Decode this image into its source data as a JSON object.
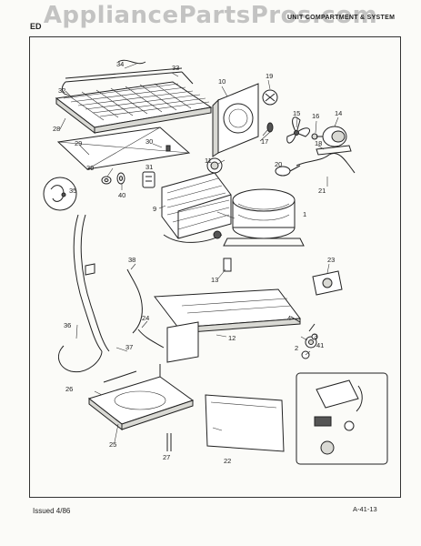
{
  "watermark": "AppliancePartsPros.com",
  "header": {
    "left_code": "ED",
    "right_title": "UNIT COMPARTMENT & SYSTEM"
  },
  "footer": {
    "issued": "Issued 4/86",
    "page_code": "A-41-13"
  },
  "callouts": {
    "c1": "1",
    "c2": "2",
    "c3": "3",
    "c4": "4",
    "c9": "9",
    "c10": "10",
    "c11": "11",
    "c12": "12",
    "c13": "13",
    "c14": "14",
    "c15": "15",
    "c16": "16",
    "c17": "17",
    "c18": "18",
    "c19": "19",
    "c20": "20",
    "c21": "21",
    "c22": "22",
    "c23": "23",
    "c24": "24",
    "c25": "25",
    "c26": "26",
    "c27": "27",
    "c28": "28",
    "c29": "29",
    "c30": "30",
    "c31": "31",
    "c32": "32",
    "c33": "33",
    "c34": "34",
    "c35": "35",
    "c36": "36",
    "c37": "37",
    "c38": "38",
    "c39": "39",
    "c40": "40",
    "c41": "41"
  },
  "colors": {
    "ink": "#222222",
    "paper": "#fbfbf8",
    "watermark": "#969696"
  }
}
